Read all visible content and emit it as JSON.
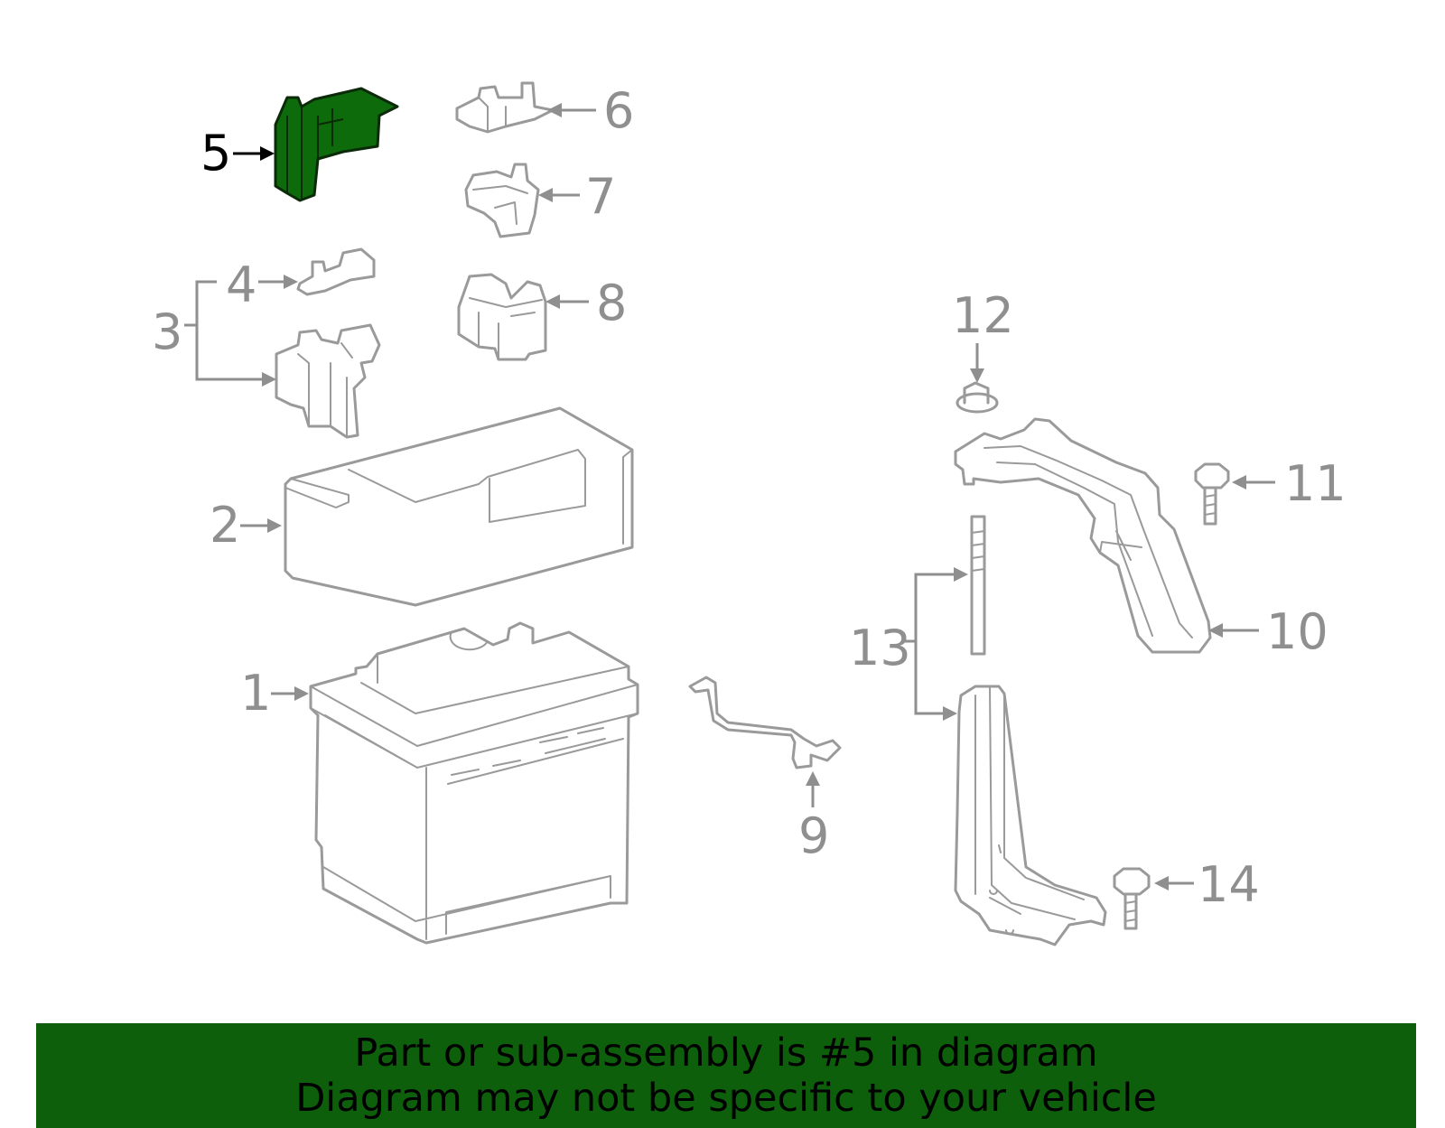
{
  "colors": {
    "highlight_fill": "#0e6b0c",
    "highlight_stroke": "#0a2a08",
    "part_stroke": "#9a9a9a",
    "label_gray": "#8f8f8f",
    "banner_bg": "#0e5f0b"
  },
  "callouts": [
    {
      "id": "1",
      "label": "1"
    },
    {
      "id": "2",
      "label": "2"
    },
    {
      "id": "3",
      "label": "3"
    },
    {
      "id": "4",
      "label": "4"
    },
    {
      "id": "5",
      "label": "5"
    },
    {
      "id": "6",
      "label": "6"
    },
    {
      "id": "7",
      "label": "7"
    },
    {
      "id": "8",
      "label": "8"
    },
    {
      "id": "9",
      "label": "9"
    },
    {
      "id": "10",
      "label": "10"
    },
    {
      "id": "11",
      "label": "11"
    },
    {
      "id": "12",
      "label": "12"
    },
    {
      "id": "13",
      "label": "13"
    },
    {
      "id": "14",
      "label": "14"
    }
  ],
  "highlighted_part": "5",
  "banner": {
    "line1": "Part or sub-assembly is #5 in diagram",
    "line2": "Diagram may not be specific to your vehicle"
  }
}
